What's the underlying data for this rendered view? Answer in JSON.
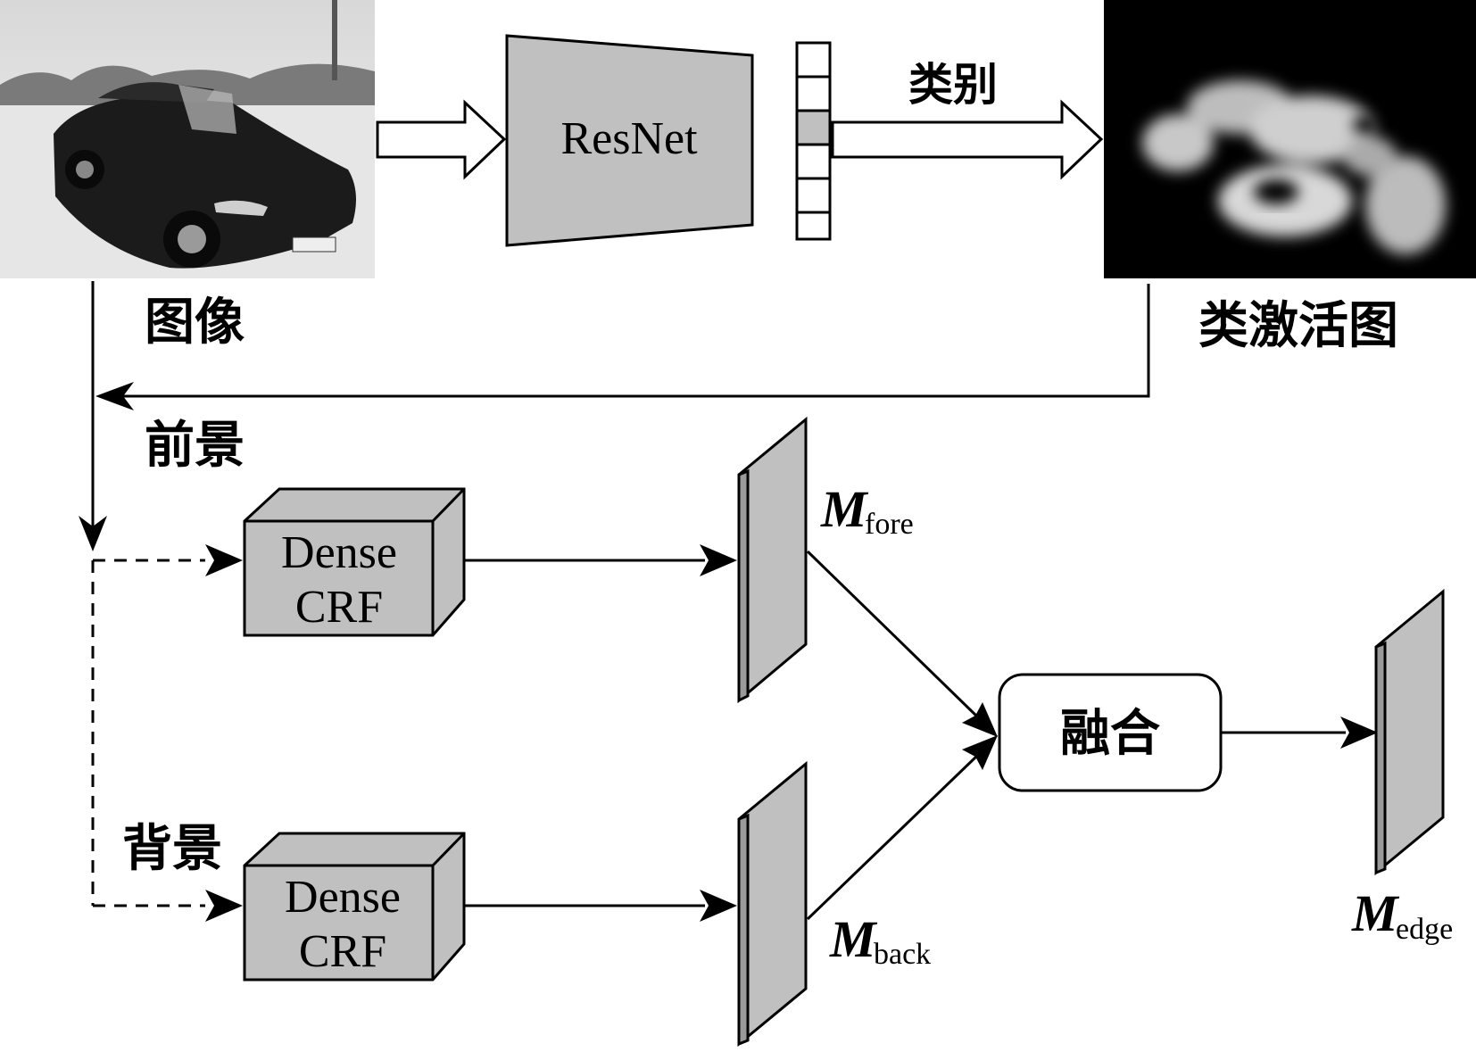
{
  "labels": {
    "image": "图像",
    "class": "类别",
    "cam": "类激活图",
    "foreground": "前景",
    "background": "背景",
    "fusion": "融合"
  },
  "blocks": {
    "resnet": "ResNet",
    "crf_top_line1": "Dense",
    "crf_top_line2": "CRF",
    "crf_bottom_line1": "Dense",
    "crf_bottom_line2": "CRF"
  },
  "maps": {
    "fore_main": "M",
    "fore_sub": "fore",
    "back_main": "M",
    "back_sub": "back",
    "edge_main": "M",
    "edge_sub": "edge"
  },
  "colors": {
    "block_fill": "#c0c0c0",
    "stroke": "#000000",
    "background": "#ffffff"
  }
}
